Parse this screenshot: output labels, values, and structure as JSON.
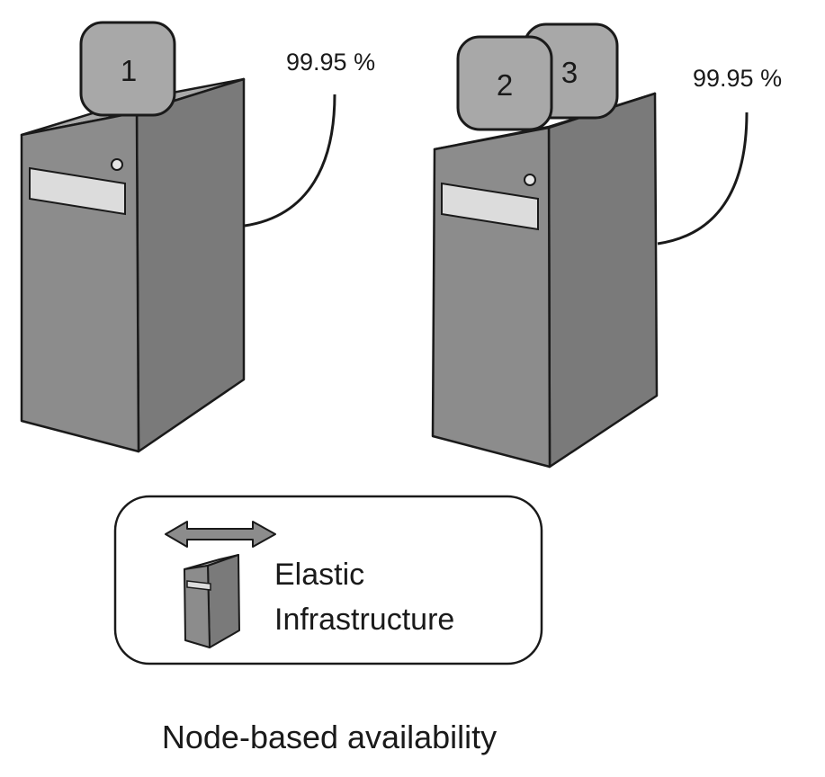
{
  "servers": [
    {
      "name": "server-left",
      "availability": "99.95 %",
      "instances": [
        "1"
      ]
    },
    {
      "name": "server-right",
      "availability": "99.95 %",
      "instances": [
        "2",
        "3"
      ]
    }
  ],
  "legend": {
    "line1": "Elastic",
    "line2": "Infrastructure"
  },
  "caption": "Node-based availability",
  "colors": {
    "server_front": "#8c8c8c",
    "server_side": "#7a7a7a",
    "server_top": "#aaaaaa",
    "instance_fill": "#a8a8a8",
    "drive_bay": "#dcdcdc",
    "outline": "#1a1a1a"
  },
  "icons": [
    "server-tower-icon",
    "double-arrow-icon",
    "power-button-icon"
  ]
}
